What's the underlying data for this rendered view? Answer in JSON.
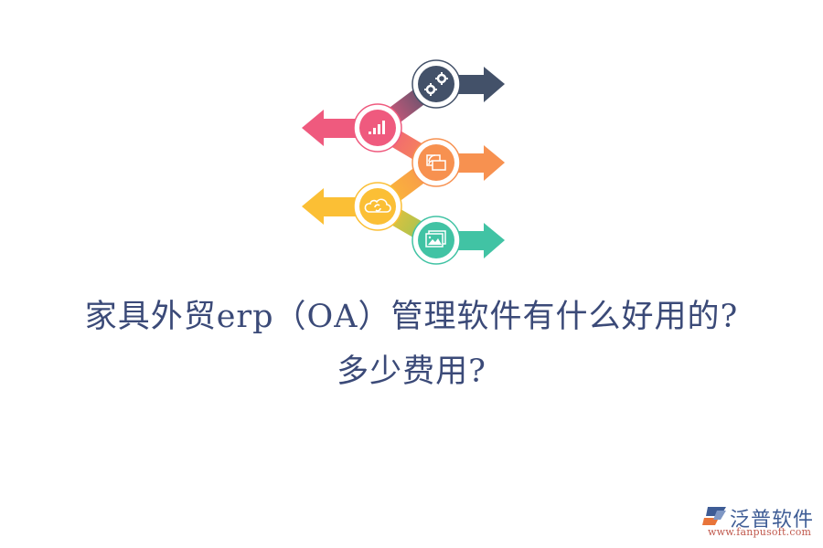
{
  "infographic": {
    "steps": [
      {
        "icon": "gears-icon",
        "direction": "right",
        "color": "#435169"
      },
      {
        "icon": "bar-chart-icon",
        "direction": "left",
        "color": "#ef5a7e"
      },
      {
        "icon": "screen-cast-icon",
        "direction": "right",
        "color": "#f79150"
      },
      {
        "icon": "cloud-sync-icon",
        "direction": "left",
        "color": "#fbbf35"
      },
      {
        "icon": "image-gallery-icon",
        "direction": "right",
        "color": "#41c3a4"
      }
    ]
  },
  "title": {
    "line1": "家具外贸erp（OA）管理软件有什么好用的?",
    "line2": "多少费用?",
    "color": "#3b4a78"
  },
  "logo": {
    "name": "泛普软件",
    "url": "www.fanpusoft.com",
    "name_color": "#3e5c95",
    "url_color": "#c0584c"
  }
}
